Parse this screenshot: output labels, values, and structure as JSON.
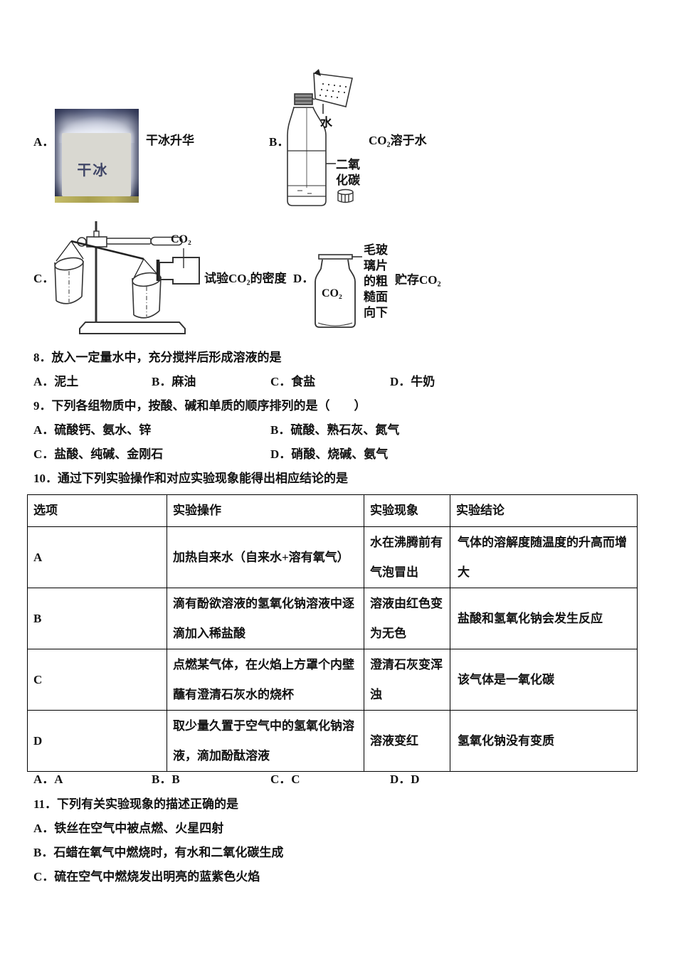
{
  "palette": {
    "ink": "#111111",
    "line": "#333333",
    "photo_background": "#262c4c",
    "photo_cube": "#d9d8d1",
    "photo_floor": "#a89f4e",
    "photo_label": "#3f4566"
  },
  "figure": {
    "a": {
      "label": "A．",
      "caption": "干冰升华",
      "photo_text": "干冰"
    },
    "b": {
      "label": "B．",
      "caption": "CO₂溶于水",
      "water_label": "水",
      "gas_label": "二氧化碳"
    },
    "c": {
      "label": "C．",
      "caption": "试验CO₂的密度",
      "co2_label": "CO₂"
    },
    "d": {
      "label": "D．",
      "caption": "贮存CO₂",
      "bottle_text": "CO₂",
      "plate_note": "毛玻璃片的粗糙面向下"
    }
  },
  "q8": {
    "stem": "8．放入一定量水中，充分搅拌后形成溶液的是",
    "options": [
      "A．泥土",
      "B．麻油",
      "C．食盐",
      "D．牛奶"
    ]
  },
  "q9": {
    "stem": "9．下列各组物质中，按酸、碱和单质的顺序排列的是（　　）",
    "options": [
      "A．硫酸钙、氨水、锌",
      "B．硫酸、熟石灰、氮气",
      "C．盐酸、纯碱、金刚石",
      "D．硝酸、烧碱、氨气"
    ]
  },
  "q10": {
    "stem": "10．通过下列实验操作和对应实验现象能得出相应结论的是",
    "table": {
      "headers": [
        "选项",
        "实验操作",
        "实验现象",
        "实验结论"
      ],
      "rows": [
        {
          "option": "A",
          "operation": "加热自来水（自来水+溶有氧气）",
          "phenomenon": "水在沸腾前有气泡冒出",
          "conclusion": "气体的溶解度随温度的升高而增大"
        },
        {
          "option": "B",
          "operation": "滴有酚欲溶液的氢氧化钠溶液中逐滴加入稀盐酸",
          "phenomenon": "溶液由红色变为无色",
          "conclusion": "盐酸和氢氧化钠会发生反应"
        },
        {
          "option": "C",
          "operation": "点燃某气体，在火焰上方罩个内壁蘸有澄清石灰水的烧杯",
          "phenomenon": "澄清石灰变浑浊",
          "conclusion": "该气体是一氧化碳"
        },
        {
          "option": "D",
          "operation": "取少量久置于空气中的氢氧化钠溶液，滴加酚酞溶液",
          "phenomenon": "溶液变红",
          "conclusion": "氢氧化钠没有变质"
        }
      ]
    },
    "answers": [
      "A．A",
      "B．B",
      "C．C",
      "D．D"
    ]
  },
  "q11": {
    "stem": "11．下列有关实验现象的描述正确的是",
    "options": [
      "A．铁丝在空气中被点燃、火星四射",
      "B．石蜡在氧气中燃烧时，有水和二氧化碳生成",
      "C．硫在空气中燃烧发出明亮的蓝紫色火焰"
    ]
  }
}
